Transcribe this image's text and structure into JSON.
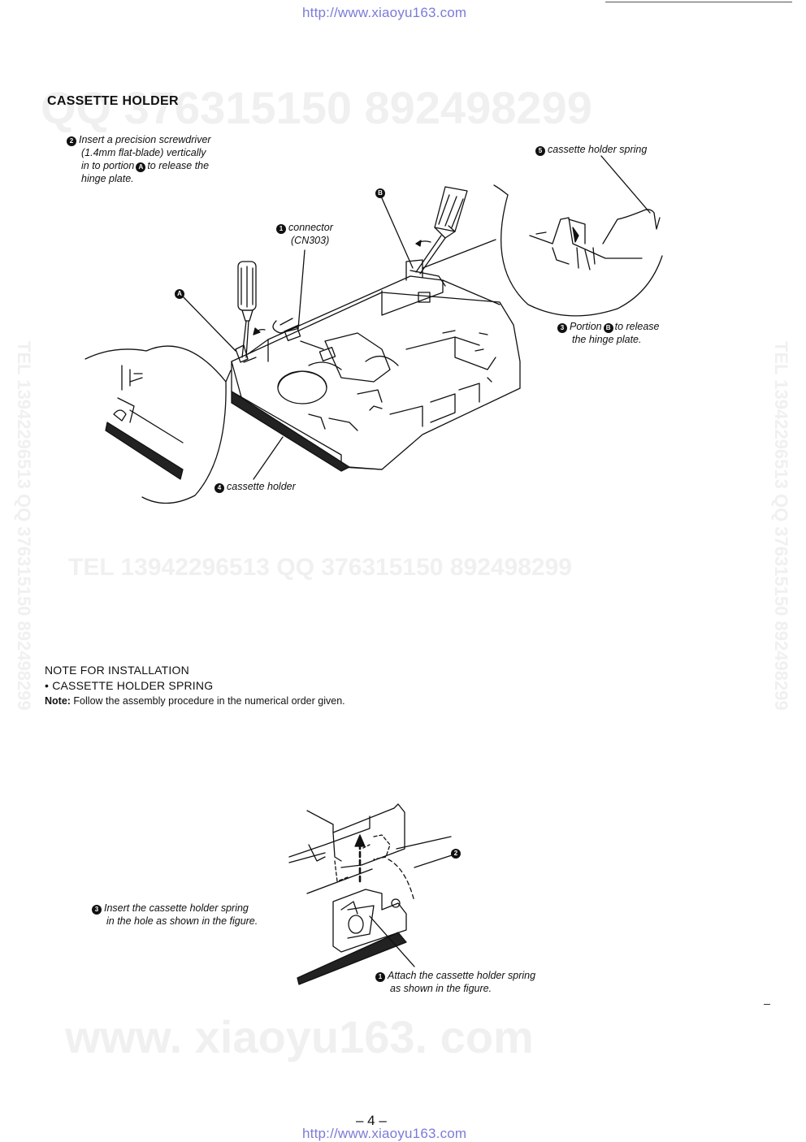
{
  "header": {
    "url": "http://www.xiaoyu163.com"
  },
  "footer": {
    "url": "http://www.xiaoyu163.com",
    "page_number": "– 4 –"
  },
  "watermarks": {
    "top_right": "QQ 376315150   892498299",
    "middle": "TEL 13942296513          QQ 376315150  892498299",
    "bottom": "www. xiaoyu163. com",
    "left_vertical": "TEL 13942296513  QQ 376315150  892498299",
    "right_vertical": "TEL 13942296513  QQ 376315150  892498299"
  },
  "section": {
    "title": "CASSETTE HOLDER",
    "callouts": {
      "step2": {
        "num": "2",
        "lines": [
          "Insert a precision screwdriver",
          "(1.4mm flat-blade) vertically",
          "in to portion",
          "to release the",
          "hinge plate."
        ],
        "portion_marker": "A"
      },
      "step5": {
        "num": "5",
        "text": "cassette holder spring"
      },
      "marker_b": "B",
      "marker_a": "A",
      "step1": {
        "num": "1",
        "line1": "connector",
        "line2": "(CN303)"
      },
      "step3": {
        "num": "3",
        "line1a": "Portion",
        "portion_marker": "B",
        "line1b": "to release",
        "line2": "the hinge plate."
      },
      "step4": {
        "num": "4",
        "text": "cassette holder"
      }
    }
  },
  "installation": {
    "title": "NOTE FOR INSTALLATION",
    "subtitle": "• CASSETTE HOLDER SPRING",
    "note_label": "Note:",
    "note_text": " Follow the assembly procedure in the numerical order given.",
    "callouts": {
      "step2": {
        "num": "2"
      },
      "step3": {
        "num": "3",
        "line1": "Insert the cassette holder spring",
        "line2": "in the hole as shown in the figure."
      },
      "step1": {
        "num": "1",
        "line1": "Attach the cassette holder spring",
        "line2": "as shown in the figure."
      }
    }
  }
}
